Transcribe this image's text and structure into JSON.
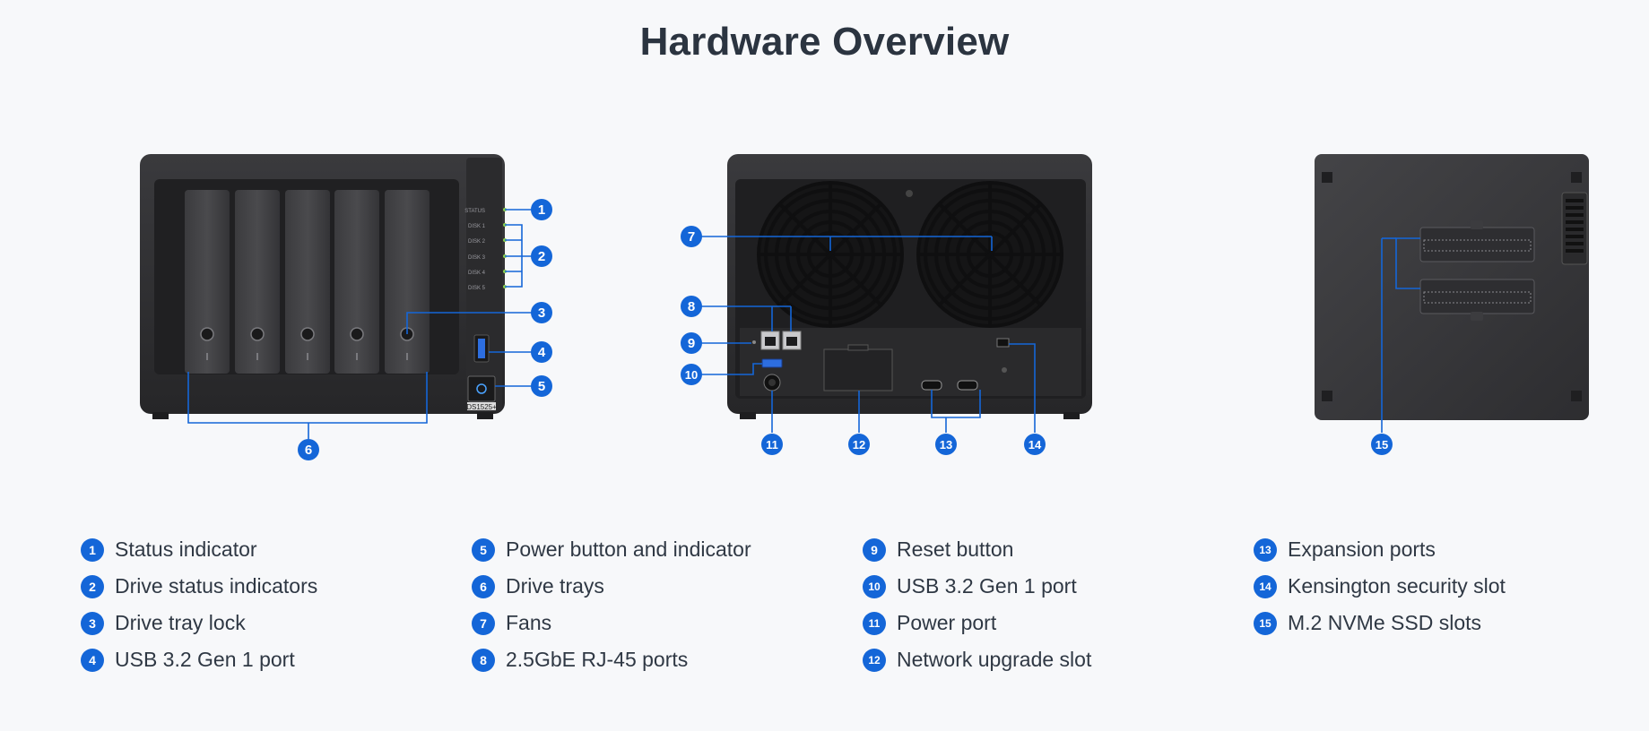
{
  "page": {
    "title": "Hardware Overview"
  },
  "device": {
    "model_label": "DS1525+"
  },
  "front_panel": {
    "led_labels": [
      "STATUS",
      "DISK 1",
      "DISK 2",
      "DISK 3",
      "DISK 4",
      "DISK 5"
    ]
  },
  "callouts": [
    {
      "num": "1",
      "label": "Status indicator"
    },
    {
      "num": "2",
      "label": "Drive status indicators"
    },
    {
      "num": "3",
      "label": "Drive tray lock"
    },
    {
      "num": "4",
      "label": "USB 3.2 Gen 1 port"
    },
    {
      "num": "5",
      "label": "Power button and indicator"
    },
    {
      "num": "6",
      "label": "Drive trays"
    },
    {
      "num": "7",
      "label": "Fans"
    },
    {
      "num": "8",
      "label": "2.5GbE RJ-45 ports"
    },
    {
      "num": "9",
      "label": "Reset button"
    },
    {
      "num": "10",
      "label": "USB 3.2 Gen 1 port"
    },
    {
      "num": "11",
      "label": "Power port"
    },
    {
      "num": "12",
      "label": "Network upgrade slot"
    },
    {
      "num": "13",
      "label": "Expansion ports"
    },
    {
      "num": "14",
      "label": "Kensington security slot"
    },
    {
      "num": "15",
      "label": "M.2 NVMe SSD slots"
    }
  ],
  "colors": {
    "accent": "#1466d8",
    "device_body": "#2f2f31",
    "background": "#f7f8fa"
  }
}
